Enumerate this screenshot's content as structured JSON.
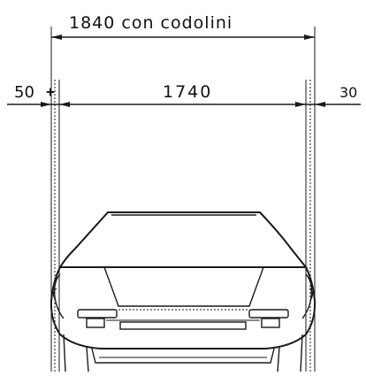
{
  "dimensions": {
    "overall_label": "1840 con codolini",
    "track_label": "1740",
    "left_offset_label": "50",
    "right_offset_label": "30"
  }
}
